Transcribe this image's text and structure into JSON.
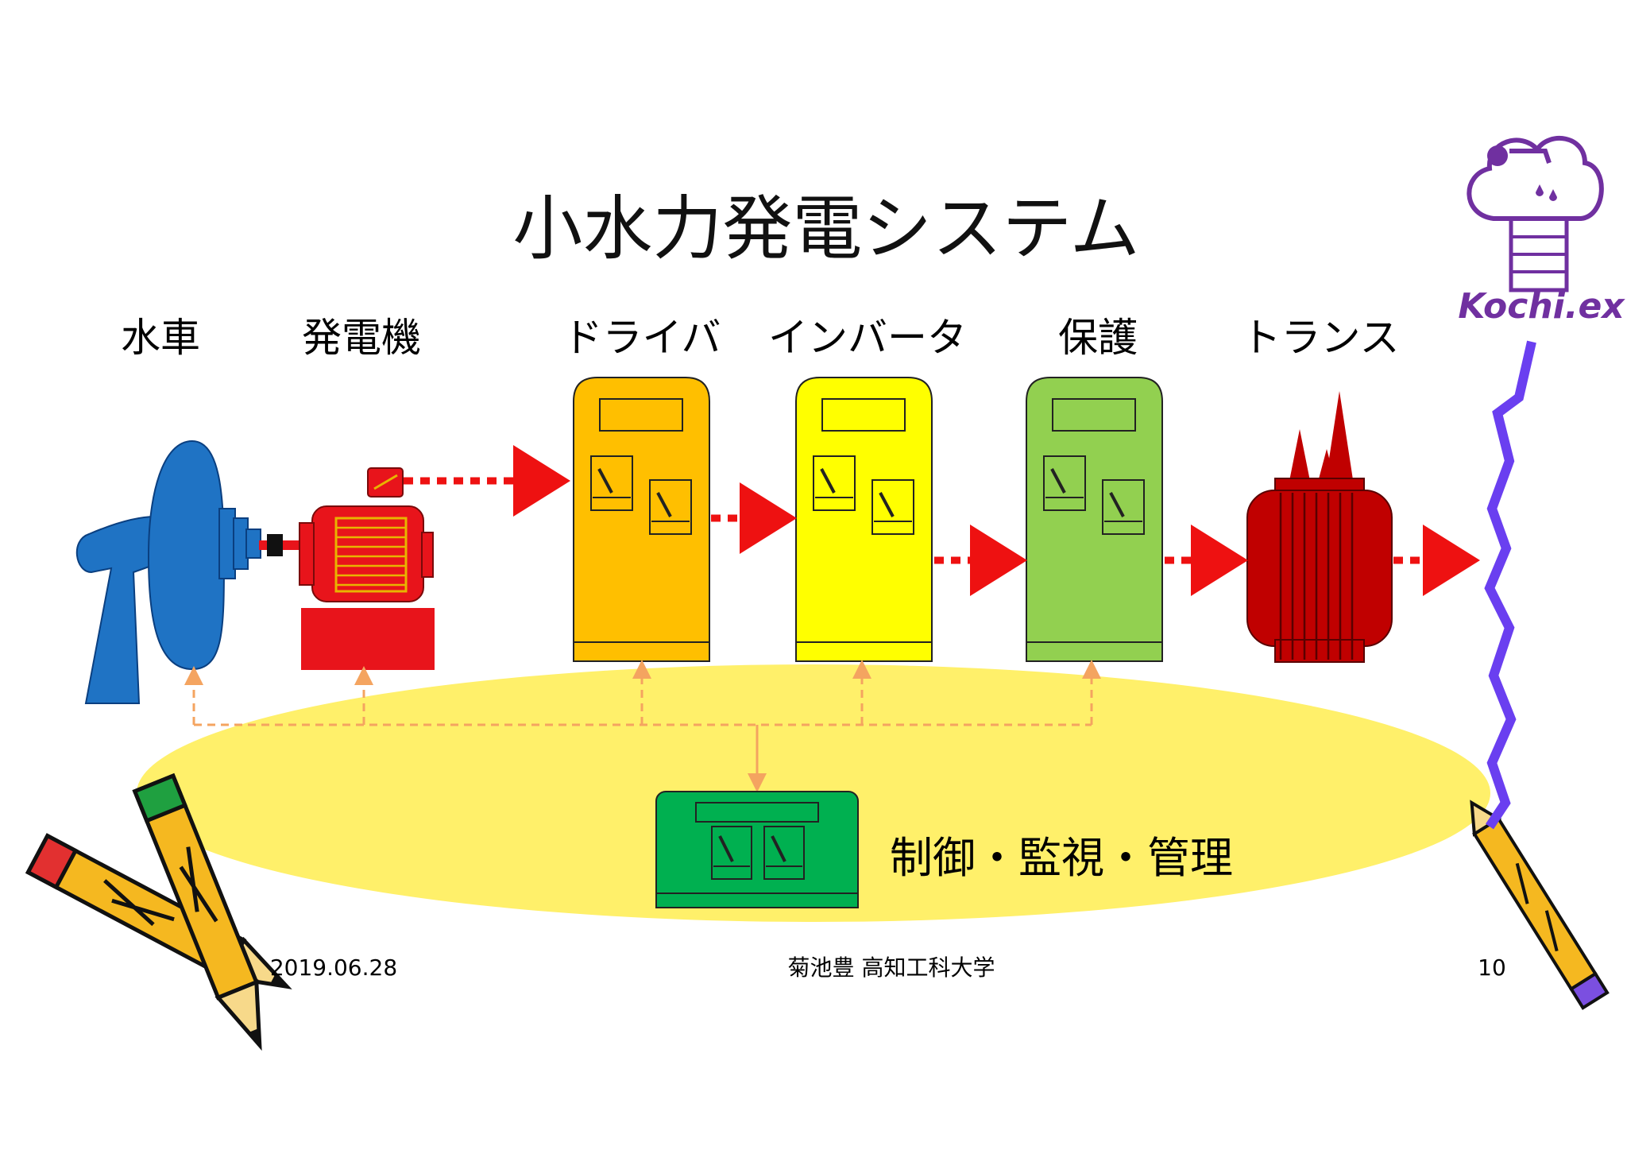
{
  "slide": {
    "title": "小水力発電システム",
    "date": "2019.06.28",
    "author": "菊池豊 高知工科大学",
    "page_number": "10"
  },
  "labels": {
    "waterwheel": "水車",
    "generator": "発電機",
    "driver": "ドライバ",
    "inverter": "インバータ",
    "protection": "保護",
    "transformer": "トランス",
    "control": "制御・監視・管理"
  },
  "logo": {
    "text": "Kochi.ex"
  },
  "colors": {
    "waterwheel": "#1f73c4",
    "generator": "#e8141b",
    "driver": "#ffbf00",
    "inverter": "#ffff00",
    "protection": "#92d050",
    "transformer": "#c00000",
    "control_panel": "#00b050",
    "control_ellipse": "#fff06a",
    "power_arrow": "#ee1111",
    "signal_line": "#f4a460",
    "grid_line": "#6a3ff0",
    "logo": "#7030a0"
  },
  "icons": [
    "pencil-icon",
    "lightning-icon",
    "meter-icon",
    "cloud-logo-icon"
  ]
}
